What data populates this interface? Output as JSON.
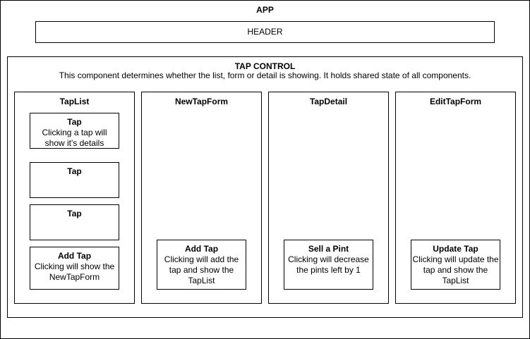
{
  "app": {
    "label": "APP"
  },
  "header": {
    "label": "HEADER"
  },
  "tap_control": {
    "label": "TAP CONTROL",
    "description": "This component determines whether the list, form or detail is showing. It holds shared state of all components."
  },
  "columns": [
    {
      "title": "TapList",
      "cards": [
        {
          "title": "Tap",
          "lines": [
            "Clicking a tap will",
            "show it's details"
          ]
        },
        {
          "title": "Tap",
          "lines": []
        },
        {
          "title": "Tap",
          "lines": []
        },
        {
          "title": "Add Tap",
          "lines": [
            "Clicking will show the",
            "NewTapForm"
          ]
        }
      ]
    },
    {
      "title": "NewTapForm",
      "cards": [
        {
          "title": "Add Tap",
          "lines": [
            "Clicking will add the",
            "tap and show the",
            "TapList"
          ]
        }
      ]
    },
    {
      "title": "TapDetail",
      "cards": [
        {
          "title": "Sell a Pint",
          "lines": [
            "Clicking will decrease",
            "the pints left by 1"
          ]
        }
      ]
    },
    {
      "title": "EditTapForm",
      "cards": [
        {
          "title": "Update Tap",
          "lines": [
            "Clicking will update the",
            "tap and show the",
            "TapList"
          ]
        }
      ]
    }
  ]
}
